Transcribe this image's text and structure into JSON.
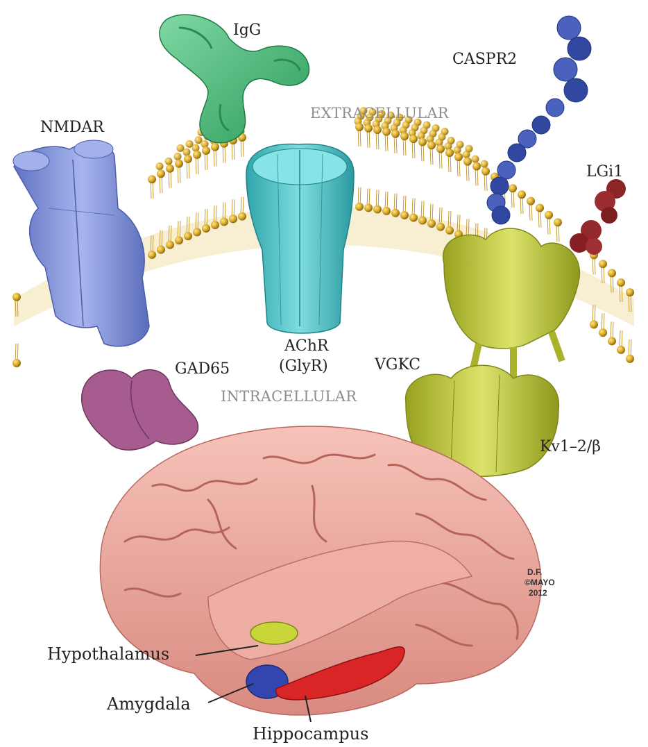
{
  "labels": {
    "igg": "IgG",
    "extracellular": "EXTRACELLULAR",
    "caspr2": "CASPR2",
    "nmdar": "NMDAR",
    "lgi1": "LGi1",
    "achr": "AChR",
    "glyr": "(GlyR)",
    "vgkc": "VGKC",
    "gad65": "GAD65",
    "intracellular": "INTRACELLULAR",
    "kv": "Kv1–2/β",
    "hypothalamus": "Hypothalamus",
    "amygdala": "Amygdala",
    "hippocampus": "Hippocampus"
  },
  "credit": {
    "line1": "D.F.",
    "line2": "©MAYO",
    "line3": "2012"
  },
  "colors": {
    "lipid_head": "#d9a92a",
    "igg": "#46b878",
    "nmdar": "#7b8fd6",
    "achr": "#4fc3c6",
    "caspr2": "#3d55a8",
    "lgi1": "#8a2528",
    "vgkc": "#b9c33a",
    "gad65": "#a05a8a",
    "brain": "#e8a29a",
    "hypothalamus": "#c8d63a",
    "amygdala": "#3346b0",
    "hippocampus": "#d92525"
  }
}
